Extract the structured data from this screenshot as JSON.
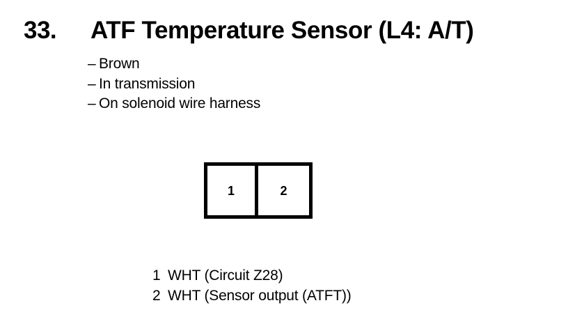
{
  "page": {
    "background_color": "#ffffff",
    "text_color": "#000000"
  },
  "header": {
    "item_number": "33.",
    "title": "ATF Temperature Sensor (L4: A/T)"
  },
  "details": {
    "dash": "–",
    "items": [
      {
        "text": "Brown"
      },
      {
        "text": "In transmission"
      },
      {
        "text": "On solenoid wire harness"
      }
    ]
  },
  "connector": {
    "pins": [
      {
        "number": "1"
      },
      {
        "number": "2"
      }
    ]
  },
  "pin_legend": {
    "rows": [
      {
        "number": "1",
        "description": "WHT (Circuit Z28)"
      },
      {
        "number": "2",
        "description": "WHT (Sensor output (ATFT))"
      }
    ]
  }
}
